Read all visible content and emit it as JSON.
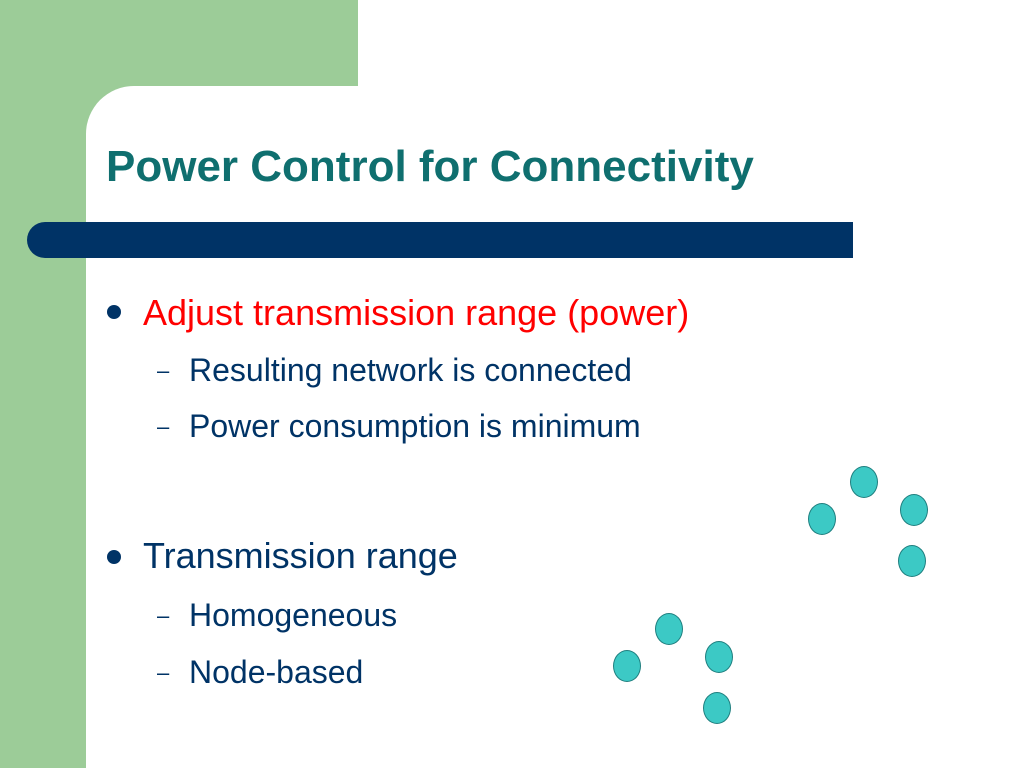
{
  "slide": {
    "title": "Power Control for Connectivity",
    "colors": {
      "title": "#0f6f6f",
      "accent_bar": "#003366",
      "highlight_text": "#ff0000",
      "body_text": "#003366",
      "sidebar_green": "#9ccc98",
      "node_fill": "#3cc9c5"
    },
    "bullets": [
      {
        "text": "Adjust transmission range (power)",
        "sub": [
          "Resulting network is connected",
          "Power consumption is minimum"
        ]
      },
      {
        "text": "Transmission range",
        "sub": [
          "Homogeneous",
          "Node-based"
        ]
      }
    ],
    "dash_glyph": "–"
  }
}
